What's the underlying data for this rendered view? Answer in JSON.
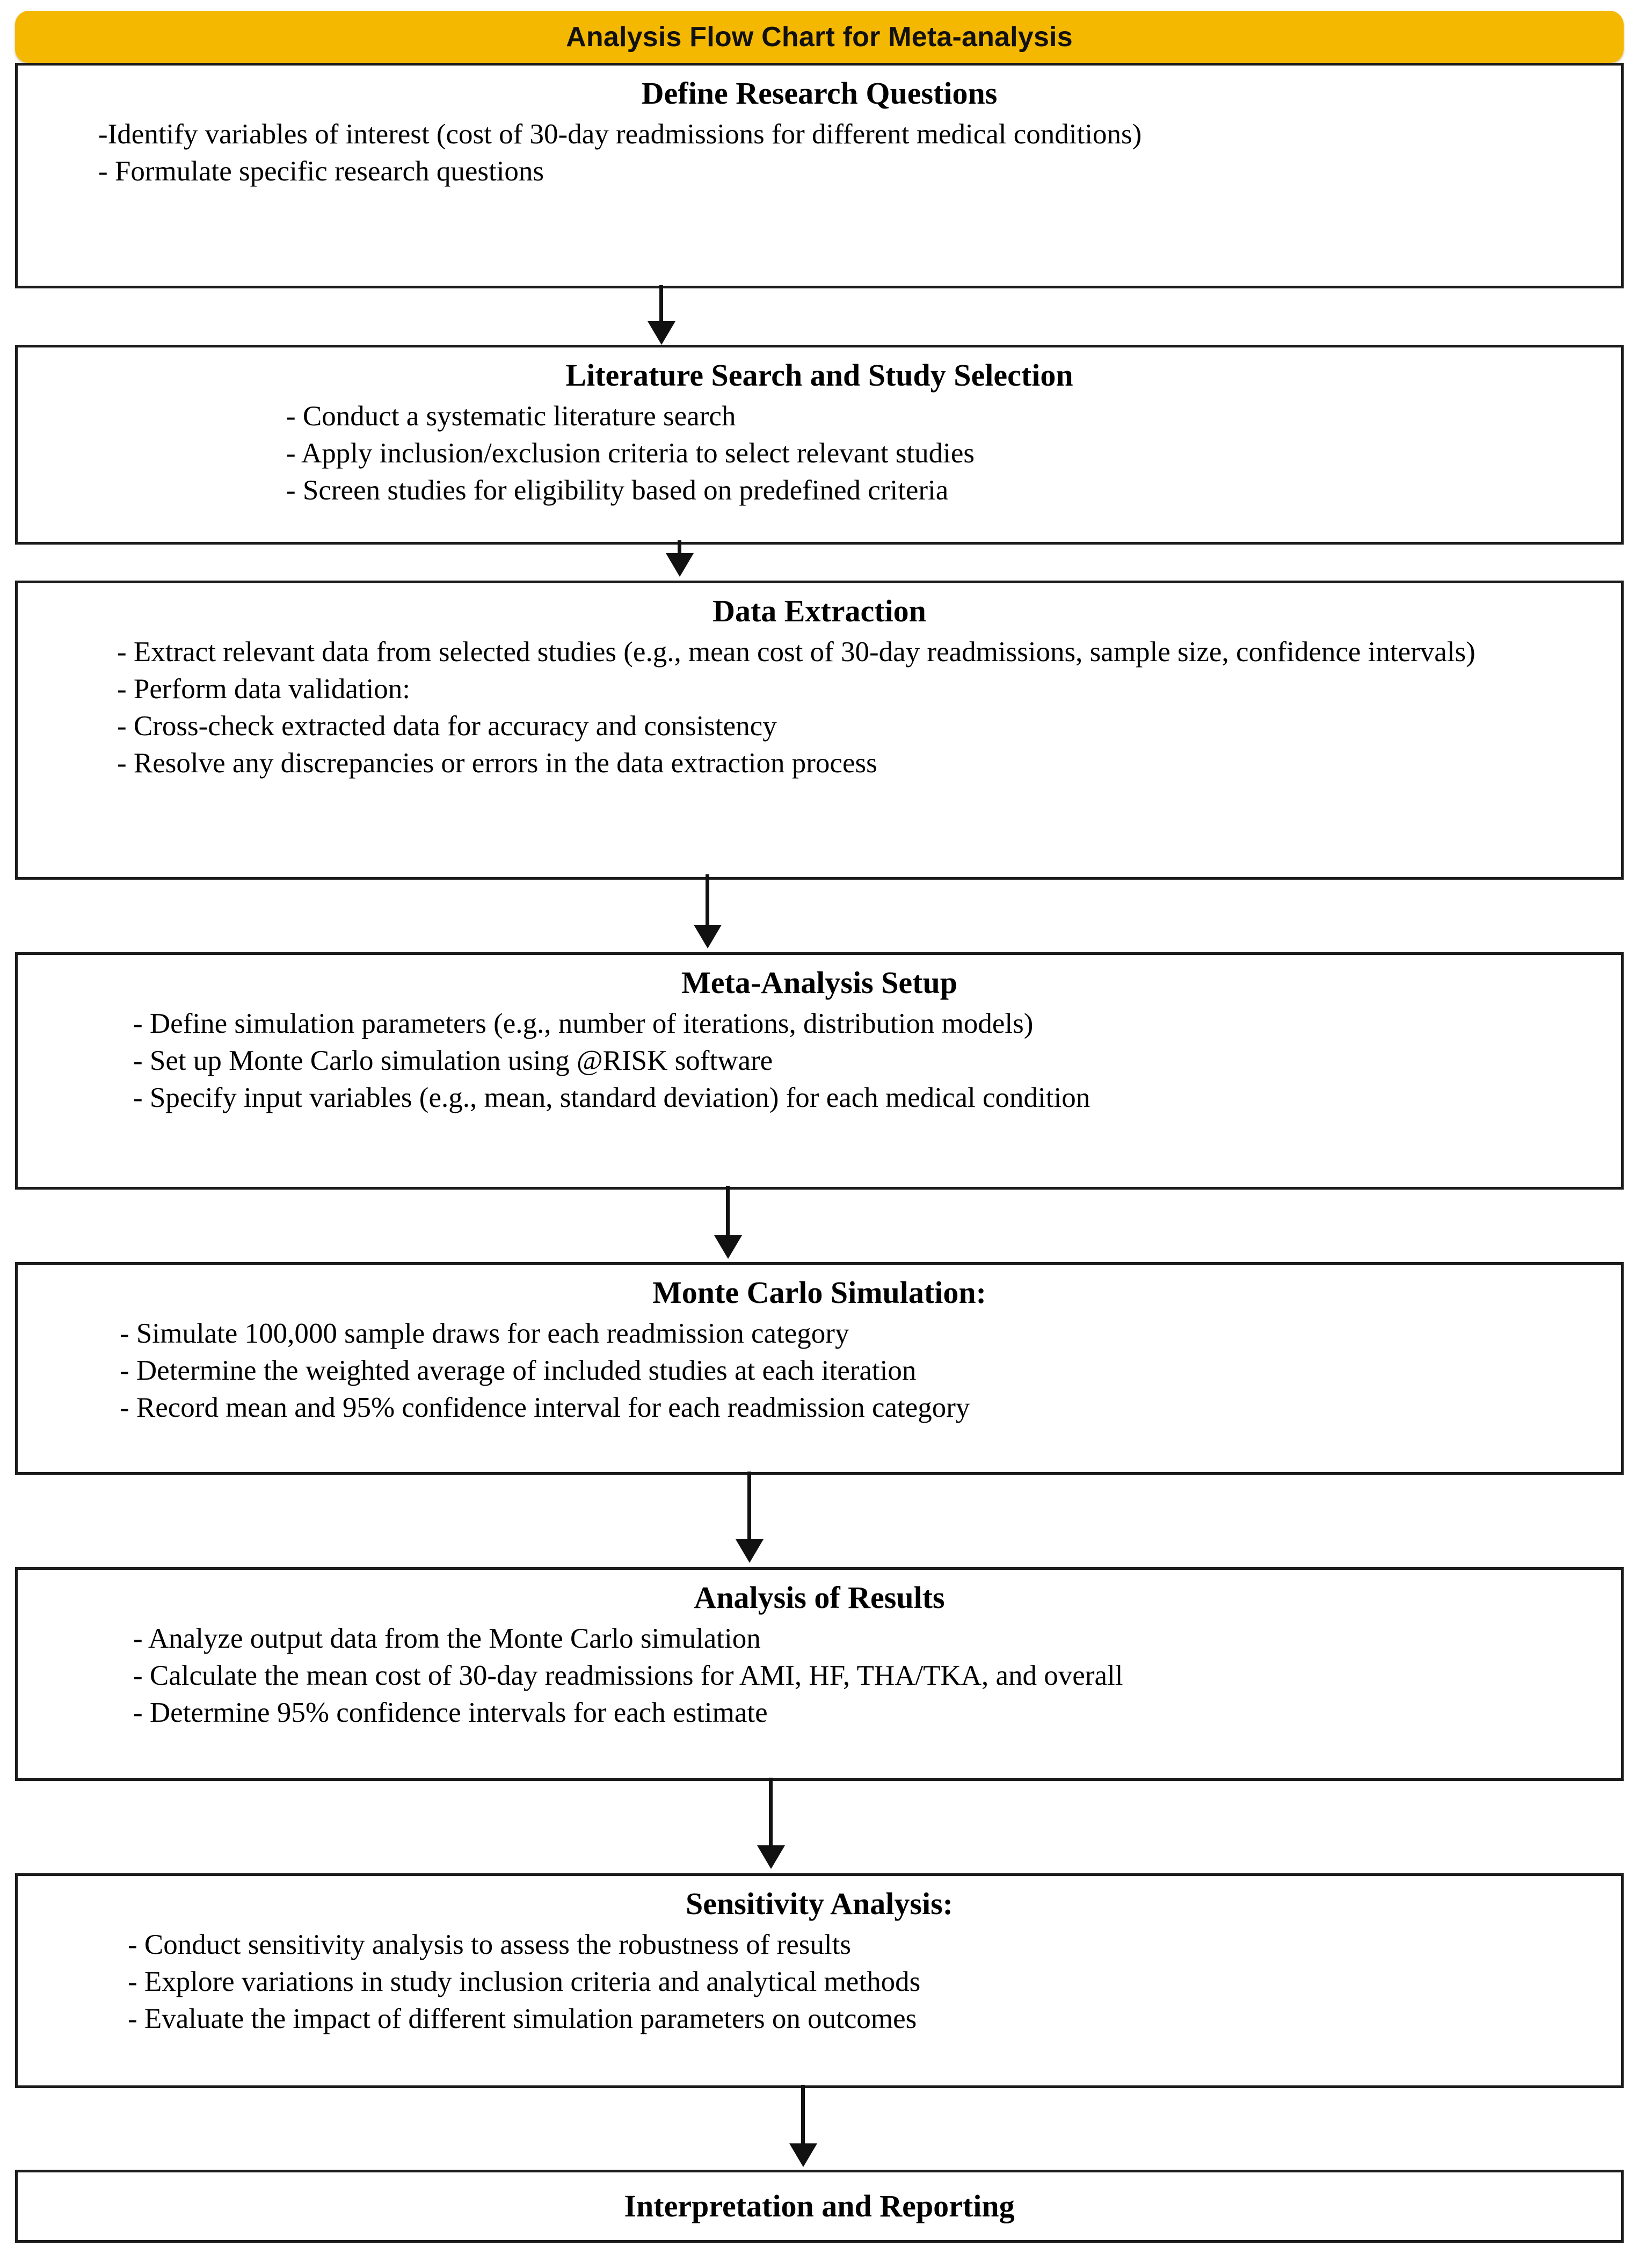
{
  "header": {
    "title": "Analysis Flow Chart for Meta-analysis",
    "background_color": "#F5B800",
    "text_color": "#111111"
  },
  "theme": {
    "page_background": "#FFFFFF",
    "box_border_color": "#1C1C1C",
    "arrow_color": "#111111",
    "text_color": "#000000"
  },
  "chart_data": {
    "type": "diagram",
    "diagram_type": "flowchart",
    "orientation": "top-to-bottom",
    "title": "Analysis Flow Chart for Meta-analysis",
    "node_count": 8,
    "connector_count": 7,
    "connector_style": "single-headed downward arrow",
    "nodes": [
      {
        "id": "define-research-questions",
        "title": "Define Research Questions",
        "lines": [
          "-Identify variables of interest (cost of 30-day readmissions for different medical conditions)",
          "- Formulate specific research questions"
        ]
      },
      {
        "id": "literature-search-and-study-selection",
        "title": "Literature Search and Study Selection",
        "lines": [
          "- Conduct a systematic literature search",
          "- Apply inclusion/exclusion criteria to select relevant studies",
          "- Screen studies for eligibility based on predefined criteria"
        ]
      },
      {
        "id": "data-extraction",
        "title": "Data Extraction",
        "lines": [
          "- Extract relevant data from selected studies (e.g., mean cost of 30-day readmissions, sample size, confidence intervals)",
          "- Perform data validation:",
          "- Cross-check extracted data for accuracy and consistency",
          "- Resolve any discrepancies or errors in the data extraction process"
        ]
      },
      {
        "id": "meta-analysis-setup",
        "title": "Meta-Analysis Setup",
        "lines": [
          "- Define simulation parameters (e.g., number of iterations, distribution models)",
          "- Set up Monte Carlo simulation using @RISK software",
          "- Specify input variables (e.g., mean, standard deviation) for each medical condition"
        ]
      },
      {
        "id": "monte-carlo-simulation",
        "title": "Monte Carlo Simulation:",
        "lines": [
          "- Simulate 100,000 sample draws for each readmission category",
          "- Determine the weighted average of included studies at each iteration",
          "- Record mean and 95% confidence interval for each readmission category"
        ]
      },
      {
        "id": "analysis-of-results",
        "title": "Analysis of Results",
        "lines": [
          "- Analyze output data from the Monte Carlo simulation",
          "- Calculate the mean cost of 30-day readmissions for AMI, HF, THA/TKA, and overall",
          "- Determine 95% confidence intervals for each estimate"
        ]
      },
      {
        "id": "sensitivity-analysis",
        "title": "Sensitivity Analysis:",
        "lines": [
          "- Conduct sensitivity analysis to assess the robustness of results",
          "- Explore variations in study inclusion criteria and analytical methods",
          "- Evaluate the impact of different simulation parameters on outcomes"
        ]
      },
      {
        "id": "interpretation-and-reporting",
        "title": "Interpretation and Reporting",
        "lines": []
      }
    ],
    "edges": [
      {
        "from": "define-research-questions",
        "to": "literature-search-and-study-selection"
      },
      {
        "from": "literature-search-and-study-selection",
        "to": "data-extraction"
      },
      {
        "from": "data-extraction",
        "to": "meta-analysis-setup"
      },
      {
        "from": "meta-analysis-setup",
        "to": "monte-carlo-simulation"
      },
      {
        "from": "monte-carlo-simulation",
        "to": "analysis-of-results"
      },
      {
        "from": "analysis-of-results",
        "to": "sensitivity-analysis"
      },
      {
        "from": "sensitivity-analysis",
        "to": "interpretation-and-reporting"
      }
    ]
  }
}
